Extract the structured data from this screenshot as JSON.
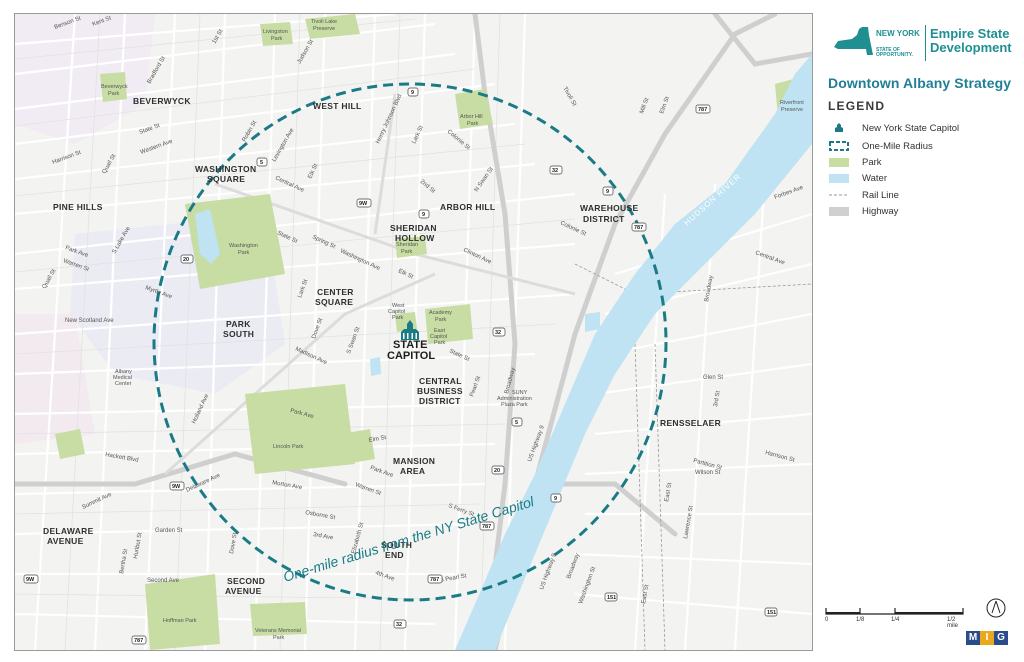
{
  "header": {
    "logo_ny_line1": "NEW YORK",
    "logo_ny_line2": "STATE OF",
    "logo_ny_line3": "OPPORTUNITY.",
    "logo_org_line1": "Empire State",
    "logo_org_line2": "Development",
    "map_title": "Downtown Albany Strategy"
  },
  "legend": {
    "title": "LEGEND",
    "items": [
      {
        "label": "New York State Capitol",
        "icon": "capitol-icon"
      },
      {
        "label": "One-Mile Radius",
        "icon": "radius-dash-icon"
      },
      {
        "label": "Park",
        "color": "#c8dda4"
      },
      {
        "label": "Water",
        "color": "#bfe3f3"
      },
      {
        "label": "Rail Line",
        "icon": "rail-line-icon"
      },
      {
        "label": "Highway",
        "color": "#d0d0d0"
      }
    ]
  },
  "scale": {
    "ticks": [
      "0",
      "1/8",
      "1/4",
      "1/2 mile"
    ]
  },
  "credit": {
    "letters": [
      "M",
      "I",
      "G"
    ]
  },
  "colors": {
    "radius": "#1a7b86",
    "water": "#bfe3f3",
    "park": "#c8dda4",
    "highway": "#d0d0d0",
    "brand": "#1f8f92",
    "title": "#1f7f96"
  },
  "map": {
    "radius_label": "One-mile radius from the NY State Capitol",
    "capitol_label_line1": "STATE",
    "capitol_label_line2": "CAPITOL",
    "river_label": "HUDSON RIVER",
    "neighborhoods": {
      "beverwyck": "BEVERWYCK",
      "west_hill": "WEST HILL",
      "washington_square_1": "WASHINGTON",
      "washington_square_2": "SQUARE",
      "pine_hills": "PINE HILLS",
      "arbor_hill": "ARBOR HILL",
      "warehouse_1": "WAREHOUSE",
      "warehouse_2": "DISTRICT",
      "sheridan_1": "SHERIDAN",
      "sheridan_2": "HOLLOW",
      "center_1": "CENTER",
      "center_2": "SQUARE",
      "park_south_1": "PARK",
      "park_south_2": "SOUTH",
      "cbd_1": "CENTRAL",
      "cbd_2": "BUSINESS",
      "cbd_3": "DISTRICT",
      "rensselaer": "RENSSELAER",
      "mansion_1": "MANSION",
      "mansion_2": "AREA",
      "delaware_1": "DELAWARE",
      "delaware_2": "AVENUE",
      "second_ave_1": "SECOND",
      "second_ave_2": "AVENUE",
      "south_end_1": "SOUTH",
      "south_end_2": "END"
    },
    "parks": {
      "beverwyck_park_1": "Beverwyck",
      "beverwyck_park_2": "Park",
      "tivoli": "Tivoli Lake",
      "tivoli_2": "Preserve",
      "livingston_1": "Livingston",
      "livingston_2": "Park",
      "arbor_hill_park_1": "Arbor Hill",
      "arbor_hill_park_2": "Park",
      "riverfront_1": "Riverfront",
      "riverfront_2": "Preserve",
      "washington_park_1": "Washington",
      "washington_park_2": "Park",
      "sheridan_park_1": "Sheridan",
      "sheridan_park_2": "Park",
      "west_capitol_1": "West",
      "west_capitol_2": "Capitol",
      "west_capitol_3": "Park",
      "academy_1": "Academy",
      "academy_2": "Park",
      "east_capitol_1": "East",
      "east_capitol_2": "Capitol",
      "east_capitol_3": "Park",
      "suny_1": "SUNY",
      "suny_2": "Administration",
      "suny_3": "Plaza Park",
      "lincoln": "Lincoln Park",
      "hoffman": "Hoffman Park",
      "veterans_1": "Veterans Memorial",
      "veterans_2": "Park",
      "albany_med_1": "Albany",
      "albany_med_2": "Medical",
      "albany_med_3": "Center"
    },
    "streets": {
      "benson": "Benson St",
      "kent": "Kent St",
      "first": "1st St",
      "judson": "Judson St",
      "bradford": "Bradford St",
      "state_nw": "State St",
      "western": "Western Ave",
      "harrison": "Harrison St",
      "quail_n": "Quail St",
      "robin": "Robin St",
      "lexington": "Lexington Ave",
      "central": "Central Ave",
      "henry_johnson": "Henry Johnson Blvd",
      "lark_n": "Lark St",
      "colonie": "Colonie St",
      "second": "2nd St",
      "n_swan": "N Swan St",
      "elk": "Elk St",
      "state_mid": "State St",
      "spring": "Spring St",
      "washington": "Washington Ave",
      "elk2": "Elk St",
      "clinton": "Clinton Ave",
      "colonie2": "Colonie St",
      "park_ave": "Park Ave",
      "lake": "S Lake Ave",
      "warren": "Warren St",
      "quail_s": "Quail St",
      "myrtle": "Myrtle Ave",
      "new_scotland": "New Scotland Ave",
      "lark": "Lark St",
      "dove": "Dove St",
      "s_swan": "S Swan St",
      "madison": "Madison Ave",
      "state_se": "State St",
      "pearl": "Pearl St",
      "broadway": "Broadway",
      "us9": "US Highway 9",
      "park_ave2": "Park Ave",
      "holland": "Holland Ave",
      "hackett": "Hackett Blvd",
      "delaware": "Delaware Ave",
      "elm": "Elm St",
      "morton": "Morton Ave",
      "warren2": "Warren St",
      "park_ave3": "Park Ave",
      "s_ferry": "S Ferry St",
      "summit": "Summit Ave",
      "garden": "Garden St",
      "osborne": "Osborne St",
      "third": "3rd Ave",
      "elizabeth": "Elizabeth St",
      "hurlbut": "Hurlbut St",
      "bertha": "Bertha St",
      "dove2": "Dove St",
      "second_ave": "Second Ave",
      "s_pearl": "S Pearl St",
      "fourth": "4th Ave",
      "us9b": "US Highway 9",
      "broadway2": "Broadway",
      "washington2": "Washington St",
      "forbes": "Forbes Ave",
      "central2": "Central Ave",
      "broadway3": "Broadway",
      "glen": "Glen St",
      "third_st": "3rd St",
      "partition": "Partition St",
      "harrison2": "Harrison St",
      "wilson": "Wilson St",
      "east": "East St",
      "lawrence": "Lawrence St",
      "east2": "East St",
      "mill": "Mill St",
      "elm2": "Elm St",
      "tivoli_st": "Tivoli St"
    },
    "shields": [
      "9",
      "9",
      "32",
      "5",
      "9W",
      "9",
      "787",
      "20",
      "32",
      "5",
      "20",
      "9W",
      "787",
      "9",
      "9W",
      "787",
      "32",
      "151",
      "151",
      "787",
      "787"
    ]
  }
}
